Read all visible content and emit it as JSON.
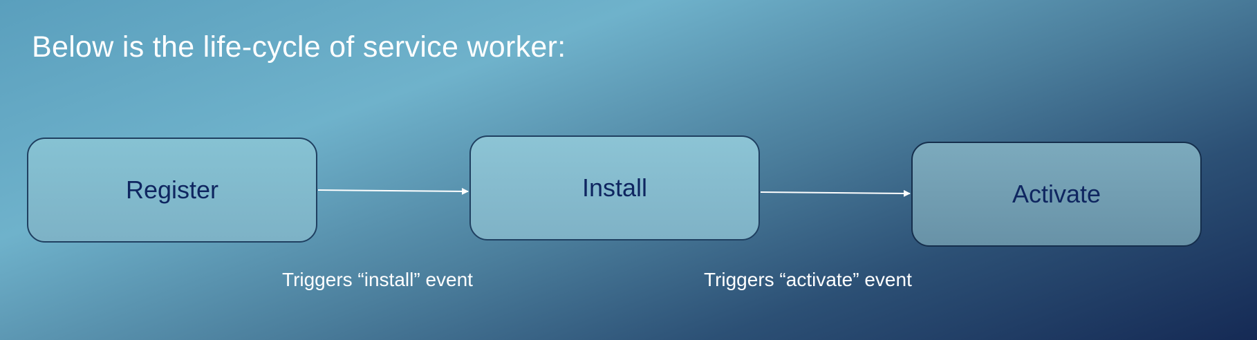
{
  "slide": {
    "title": "Below is the life-cycle of service worker:"
  },
  "steps": [
    {
      "label": "Register"
    },
    {
      "label": "Install"
    },
    {
      "label": "Activate"
    }
  ],
  "transitions": [
    {
      "caption": "Triggers “install” event"
    },
    {
      "caption": "Triggers “activate” event"
    }
  ],
  "colors": {
    "title_text": "#ffffff",
    "box_text": "#0f2660",
    "arrow": "#ffffff",
    "box_border": "#1f3f60"
  }
}
